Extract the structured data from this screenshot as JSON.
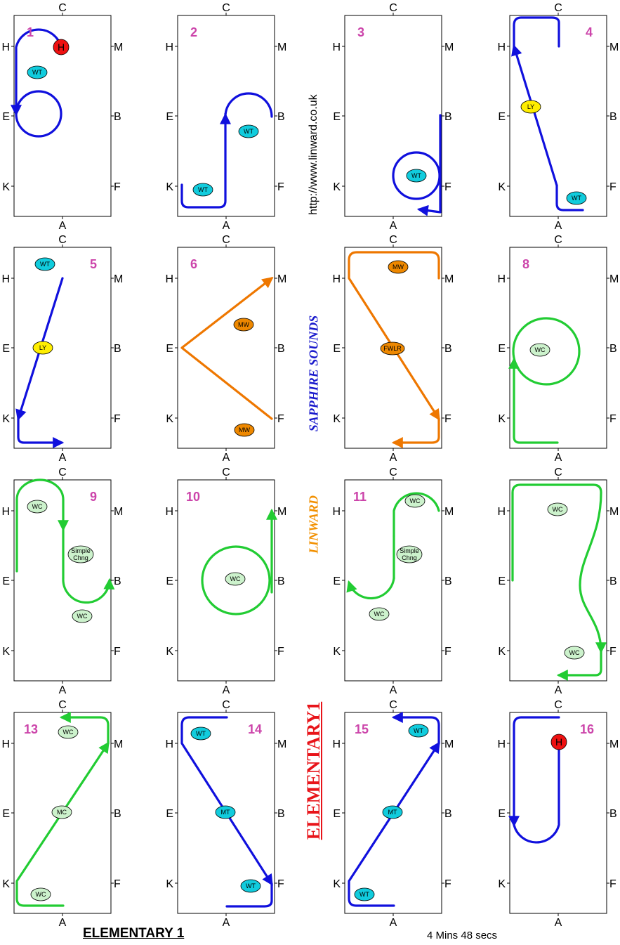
{
  "footer": {
    "title": "ELEMENTARY 1",
    "duration": "4 Mins 48 secs"
  },
  "side_texts": {
    "url": "http://www.linward.co.uk",
    "sapphire": "SAPPHIRE SOUNDS",
    "linward": "LINWARD",
    "elementary": "ELEMENTARY1"
  },
  "colors": {
    "blue": "#1010dd",
    "orange": "#ee7700",
    "green": "#22cc33",
    "number": "#cc44aa",
    "badge_cyan": "#11ccdd",
    "badge_yellow": "#ffee00",
    "badge_orange": "#ee8800",
    "badge_green": "#ccf2cc",
    "badge_red": "#ee1111"
  },
  "markers": {
    "top": "C",
    "bottom": "A",
    "left": [
      "H",
      "E",
      "K"
    ],
    "right": [
      "M",
      "B",
      "F"
    ]
  },
  "panels": [
    {
      "number": "1",
      "color": "blue",
      "badges": [
        {
          "text": "H",
          "color": "badge_red"
        },
        {
          "text": "WT",
          "color": "badge_cyan"
        }
      ]
    },
    {
      "number": "2",
      "color": "blue",
      "badges": [
        {
          "text": "WT",
          "color": "badge_cyan"
        },
        {
          "text": "WT",
          "color": "badge_cyan"
        }
      ]
    },
    {
      "number": "3",
      "color": "blue",
      "badges": [
        {
          "text": "WT",
          "color": "badge_cyan"
        }
      ]
    },
    {
      "number": "4",
      "color": "blue",
      "badges": [
        {
          "text": "LY",
          "color": "badge_yellow"
        },
        {
          "text": "WT",
          "color": "badge_cyan"
        }
      ]
    },
    {
      "number": "5",
      "color": "blue",
      "badges": [
        {
          "text": "WT",
          "color": "badge_cyan"
        },
        {
          "text": "LY",
          "color": "badge_yellow"
        }
      ]
    },
    {
      "number": "6",
      "color": "orange",
      "badges": [
        {
          "text": "MW",
          "color": "badge_orange"
        },
        {
          "text": "MW",
          "color": "badge_orange"
        }
      ]
    },
    {
      "number": "",
      "color": "orange",
      "badges": [
        {
          "text": "MW",
          "color": "badge_orange"
        },
        {
          "text": "FWLR",
          "color": "badge_orange"
        }
      ]
    },
    {
      "number": "8",
      "color": "green",
      "badges": [
        {
          "text": "WC",
          "color": "badge_green"
        }
      ]
    },
    {
      "number": "9",
      "color": "green",
      "badges": [
        {
          "text": "WC",
          "color": "badge_green"
        },
        {
          "text": "Simple Chng",
          "color": "badge_green"
        },
        {
          "text": "WC",
          "color": "badge_green"
        }
      ]
    },
    {
      "number": "10",
      "color": "green",
      "badges": [
        {
          "text": "WC",
          "color": "badge_green"
        }
      ]
    },
    {
      "number": "11",
      "color": "green",
      "badges": [
        {
          "text": "WC",
          "color": "badge_green"
        },
        {
          "text": "Simple Chng",
          "color": "badge_green"
        },
        {
          "text": "WC",
          "color": "badge_green"
        }
      ]
    },
    {
      "number": "",
      "color": "green",
      "badges": [
        {
          "text": "WC",
          "color": "badge_green"
        },
        {
          "text": "WC",
          "color": "badge_green"
        }
      ]
    },
    {
      "number": "13",
      "color": "green",
      "badges": [
        {
          "text": "WC",
          "color": "badge_green"
        },
        {
          "text": "MC",
          "color": "badge_green"
        },
        {
          "text": "WC",
          "color": "badge_green"
        }
      ]
    },
    {
      "number": "14",
      "color": "blue",
      "badges": [
        {
          "text": "WT",
          "color": "badge_cyan"
        },
        {
          "text": "MT",
          "color": "badge_cyan"
        },
        {
          "text": "WT",
          "color": "badge_cyan"
        }
      ]
    },
    {
      "number": "15",
      "color": "blue",
      "badges": [
        {
          "text": "WT",
          "color": "badge_cyan"
        },
        {
          "text": "MT",
          "color": "badge_cyan"
        },
        {
          "text": "WT",
          "color": "badge_cyan"
        }
      ]
    },
    {
      "number": "16",
      "color": "blue",
      "badges": [
        {
          "text": "H",
          "color": "badge_red"
        }
      ]
    }
  ]
}
